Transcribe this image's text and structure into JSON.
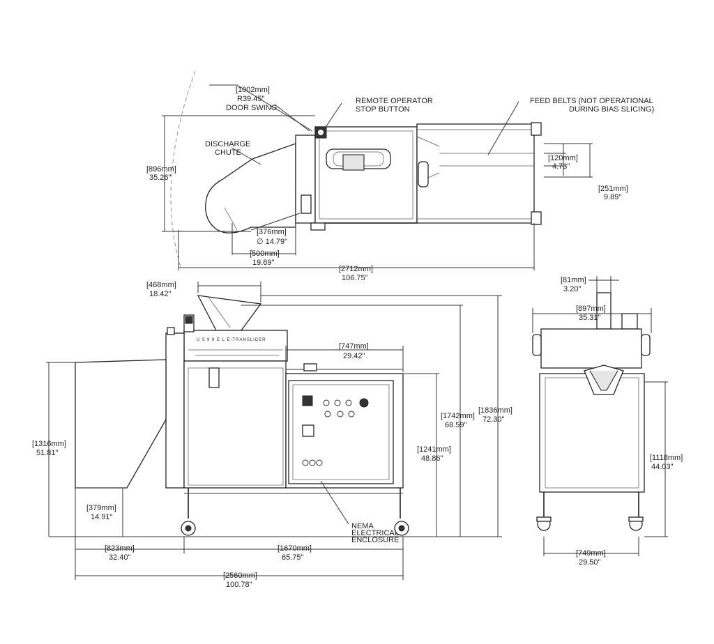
{
  "dimensions": {
    "door_swing_mm": "[1002mm]",
    "door_swing_in": "R39.45\"",
    "top_depth_mm": "[896mm]",
    "top_depth_in": "35.26\"",
    "belt_120_mm": "[120mm]",
    "belt_120_in": "4.73\"",
    "belt_251_mm": "[251mm]",
    "belt_251_in": "9.89\"",
    "chute_dia_mm": "[376mm]",
    "chute_dia_in": "∅ 14.79\"",
    "chute_500_mm": "[500mm]",
    "chute_500_in": "19.69\"",
    "top_length_mm": "[2712mm]",
    "top_length_in": "106.75\"",
    "hopper_mm": "[468mm]",
    "hopper_in": "18.42\"",
    "table_747_mm": "[747mm]",
    "table_747_in": "29.42\"",
    "height_1742_mm": "[1742mm]",
    "height_1742_in": "68.59\"",
    "height_1836_mm": "[1836mm]",
    "height_1836_in": "72.30\"",
    "height_1316_mm": "[1316mm]",
    "height_1316_in": "51.81\"",
    "height_1241_mm": "[1241mm]",
    "height_1241_in": "48.86\"",
    "height_379_mm": "[379mm]",
    "height_379_in": "14.91\"",
    "len_823_mm": "[823mm]",
    "len_823_in": "32.40\"",
    "len_1670_mm": "[1670mm]",
    "len_1670_in": "65.75\"",
    "len_2560_mm": "[2560mm]",
    "len_2560_in": "100.78\"",
    "end_81_mm": "[81mm]",
    "end_81_in": "3.20\"",
    "end_897_mm": "[897mm]",
    "end_897_in": "35.31\"",
    "end_1118_mm": "[1118mm]",
    "end_1118_in": "44.03\"",
    "end_749_mm": "[749mm]",
    "end_749_in": "29.50\""
  },
  "callouts": {
    "door_swing": "DOOR SWING",
    "remote_stop_1": "REMOTE OPERATOR",
    "remote_stop_2": "STOP BUTTON",
    "feed_belts_1": "FEED BELTS (NOT OPERATIONAL",
    "feed_belts_2": "DURING BIAS SLICING)",
    "discharge_1": "DISCHARGE",
    "discharge_2": "CHUTE",
    "nema_1": "NEMA",
    "nema_2": "ELECTRICAL",
    "nema_3": "ENCLOSURE",
    "brand_strip": "U 5 9 9 E L     E-TRANSLICER"
  }
}
